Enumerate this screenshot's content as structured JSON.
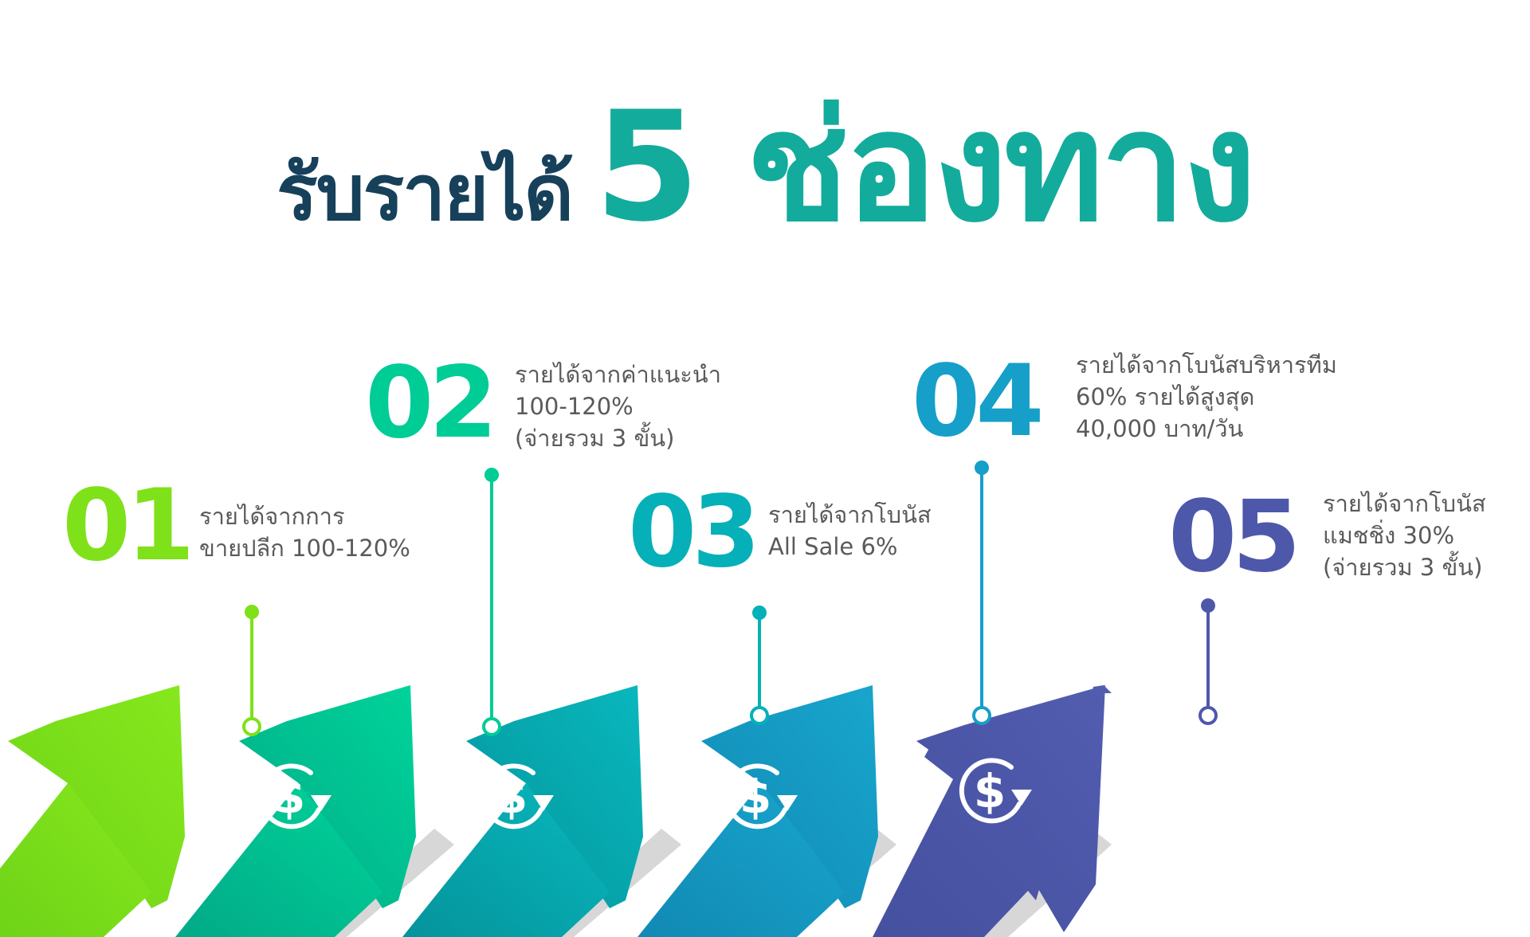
{
  "title": {
    "main": "รับรายได้",
    "accent": "5 ช่องทาง"
  },
  "colors": {
    "title_dark": "#17405a",
    "title_accent": "#13ab9c",
    "step1": "#7fe11a",
    "step2": "#00cc96",
    "step3": "#06b0b8",
    "step4": "#169fc8",
    "step5": "#4e58aa"
  },
  "steps": [
    {
      "number": "01",
      "lines": [
        "รายได้จากการ",
        "ขายปลีก 100-120%"
      ],
      "icon": "dollar-refresh-icon"
    },
    {
      "number": "02",
      "lines": [
        "รายได้จากค่าแนะนำ",
        "100-120%",
        "(จ่ายรวม 3 ขั้น)"
      ],
      "icon": "dollar-refresh-icon"
    },
    {
      "number": "03",
      "lines": [
        "รายได้จากโบนัส",
        "All Sale 6%"
      ],
      "icon": "dollar-refresh-icon"
    },
    {
      "number": "04",
      "lines": [
        "รายได้จากโบนัสบริหารทีม",
        "60% รายได้สูงสุด",
        "40,000 บาท/วัน"
      ],
      "icon": "dollar-refresh-icon"
    },
    {
      "number": "05",
      "lines": [
        "รายได้จากโบนัส",
        "แมชชิ่ง 30%",
        "(จ่ายรวม 3 ขั้น)"
      ],
      "icon": "dollar-refresh-icon"
    }
  ]
}
